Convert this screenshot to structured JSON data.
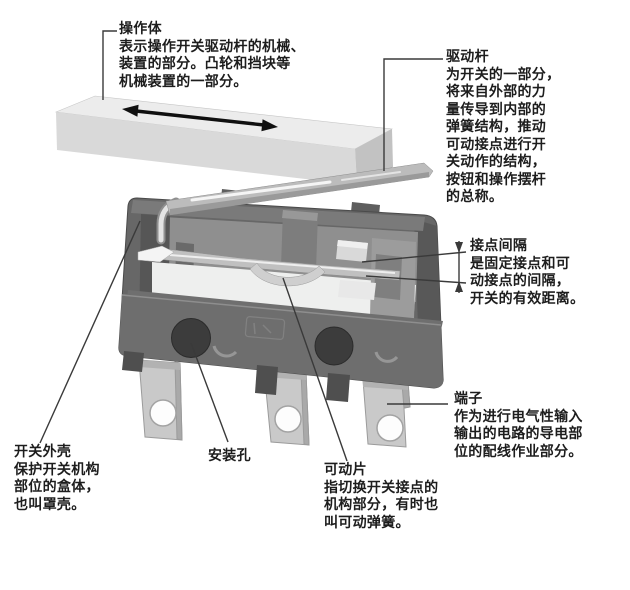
{
  "theme": {
    "c-bg": "#ffffff",
    "c-text": "#1d1d1d",
    "c-line": "#3a3a3a",
    "c-arrow": "#101010",
    "c-slab-top": "#ececec",
    "c-slab-front": "#d9d9d9",
    "c-slab-side": "#c2c2c2",
    "c-lever": "#bcbcbc",
    "c-body": "#676767",
    "c-body-front": "#6e6e6e",
    "c-body-side": "#575757",
    "c-interior": "#8f8f8f",
    "c-cut": "#eeefee",
    "c-spring": "#c0c0c0",
    "c-hole": "#3c3c3c",
    "c-terminal": "#c9c9c9",
    "c-terminal-hole": "#fdfdfd"
  },
  "labels": {
    "operating_body": {
      "title": "操作体",
      "description": "表示操作开关驱动杆的机械、\n装置的部分。凸轮和挡块等\n机械装置的一部分。"
    },
    "drive_lever": {
      "title": "驱动杆",
      "description": "为开关的一部分，\n将来自外部的力\n量传导到内部的\n弹簧结构，推动\n可动接点进行开\n关动作的结构，\n按钮和操作摆杆\n的总称。"
    },
    "contact_gap": {
      "title": "接点间隔",
      "description": "是固定接点和可\n动接点的间隔，\n开关的有效距离。"
    },
    "terminal": {
      "title": "端子",
      "description": "作为进行电气性输入\n输出的电路的导电部\n位的配线作业部分。"
    },
    "switch_housing": {
      "title": "开关外壳",
      "description": "保护开关机构\n部位的盒体，\n也叫罩壳。"
    },
    "mounting_hole": {
      "title": "安装孔"
    },
    "movable_piece": {
      "title": "可动片",
      "description": "指切换开关接点的\n机构部分，有时也\n叫可动弹簧。"
    }
  }
}
